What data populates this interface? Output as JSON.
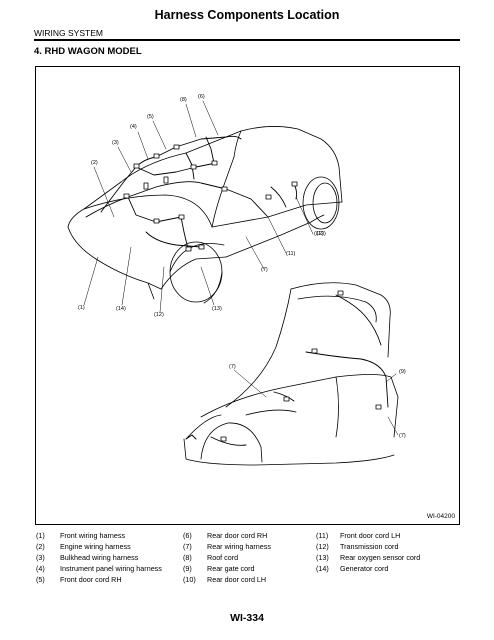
{
  "header": {
    "title": "Harness Components Location",
    "section": "WIRING SYSTEM",
    "subtitle": "4. RHD WAGON MODEL"
  },
  "figure": {
    "id": "WI-04200",
    "callouts_top": [
      "(1)",
      "(2)",
      "(3)",
      "(4)",
      "(5)",
      "(6)",
      "(8)",
      "(11)",
      "(12)",
      "(7)",
      "(12)",
      "(13)",
      "(14)"
    ],
    "callouts_bottom": [
      "(7)",
      "(9)",
      "(7)"
    ]
  },
  "legend": {
    "col1": [
      {
        "num": "(1)",
        "text": "Front wiring harness"
      },
      {
        "num": "(2)",
        "text": "Engine wiring harness"
      },
      {
        "num": "(3)",
        "text": "Bulkhead wiring harness"
      },
      {
        "num": "(4)",
        "text": "Instrument panel wiring harness"
      },
      {
        "num": "(5)",
        "text": "Front door cord RH"
      }
    ],
    "col2": [
      {
        "num": "(6)",
        "text": "Rear door cord RH"
      },
      {
        "num": "(7)",
        "text": "Rear wiring harness"
      },
      {
        "num": "(8)",
        "text": "Roof cord"
      },
      {
        "num": "(9)",
        "text": "Rear gate cord"
      },
      {
        "num": "(10)",
        "text": "Rear door cord LH"
      }
    ],
    "col3": [
      {
        "num": "(11)",
        "text": "Front door cord LH"
      },
      {
        "num": "(12)",
        "text": "Transmission cord"
      },
      {
        "num": "(13)",
        "text": "Rear oxygen sensor cord"
      },
      {
        "num": "(14)",
        "text": "Generator cord"
      }
    ]
  },
  "footer": {
    "page_number": "WI-334"
  }
}
